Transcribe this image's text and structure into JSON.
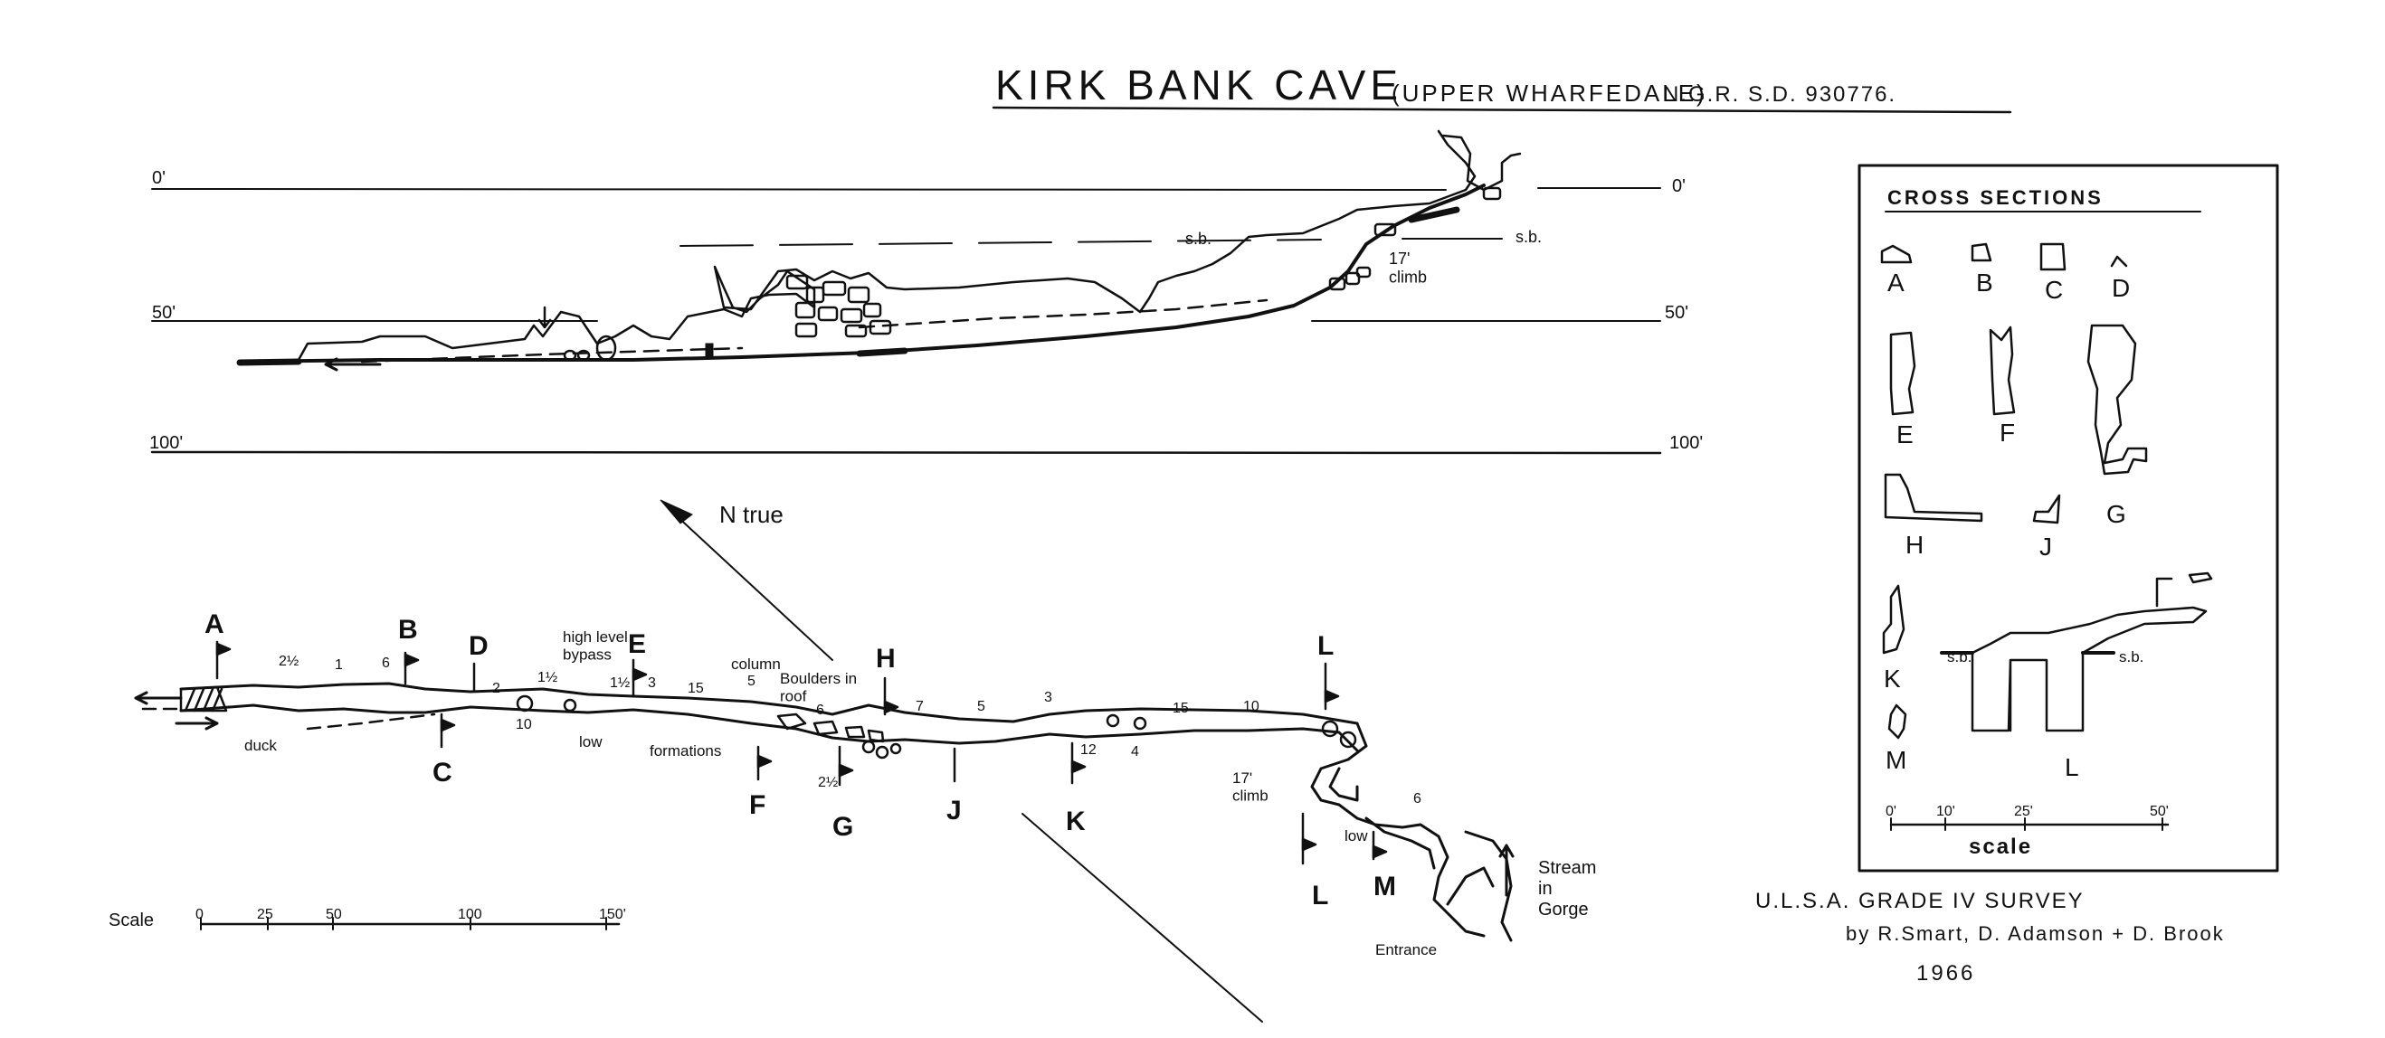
{
  "title": {
    "main": "KIRK BANK CAVE",
    "area": "(UPPER WHARFEDALE)",
    "grid_ref": "N.G.R. S.D. 930776."
  },
  "elevation": {
    "depth_labels": [
      "0'",
      "50'",
      "100'"
    ],
    "sb_label": "s.b.",
    "climb_label": "17'\nclimb"
  },
  "north": {
    "label": "N true"
  },
  "plan": {
    "section_letters": [
      "A",
      "B",
      "C",
      "D",
      "E",
      "F",
      "G",
      "H",
      "J",
      "K",
      "L",
      "L",
      "M"
    ],
    "heights": [
      "2½",
      "1",
      "6",
      "2",
      "10",
      "1½",
      "1½",
      "3",
      "15",
      "5",
      "6",
      "2½",
      "7",
      "5",
      "3",
      "12",
      "4",
      "15",
      "10",
      "6"
    ],
    "annotations": {
      "duck": "duck",
      "high_level_bypass": "high level\nbypass",
      "low_1": "low",
      "formations": "formations",
      "column": "column",
      "boulders_in_roof": "Boulders in\nroof",
      "climb": "17'\nclimb",
      "low_2": "low",
      "stream": "Stream\nin\nGorge",
      "entrance": "Entrance"
    },
    "scale": {
      "label": "Scale",
      "ticks": [
        "0",
        "25",
        "50",
        "100",
        "150'"
      ]
    }
  },
  "cross_sections": {
    "heading": "CROSS  SECTIONS",
    "letters": [
      "A",
      "B",
      "C",
      "D",
      "E",
      "F",
      "G",
      "H",
      "J",
      "K",
      "L",
      "M"
    ],
    "sb_label": "s.b.",
    "scale": {
      "ticks": [
        "0'",
        "10'",
        "25'",
        "50'"
      ],
      "label": "scale"
    }
  },
  "credits": {
    "line1": "U.L.S.A.  GRADE IV SURVEY",
    "line2": "by   R.Smart, D. Adamson + D. Brook",
    "year": "1966"
  },
  "colors": {
    "ink": "#111111",
    "paper": "#ffffff"
  }
}
